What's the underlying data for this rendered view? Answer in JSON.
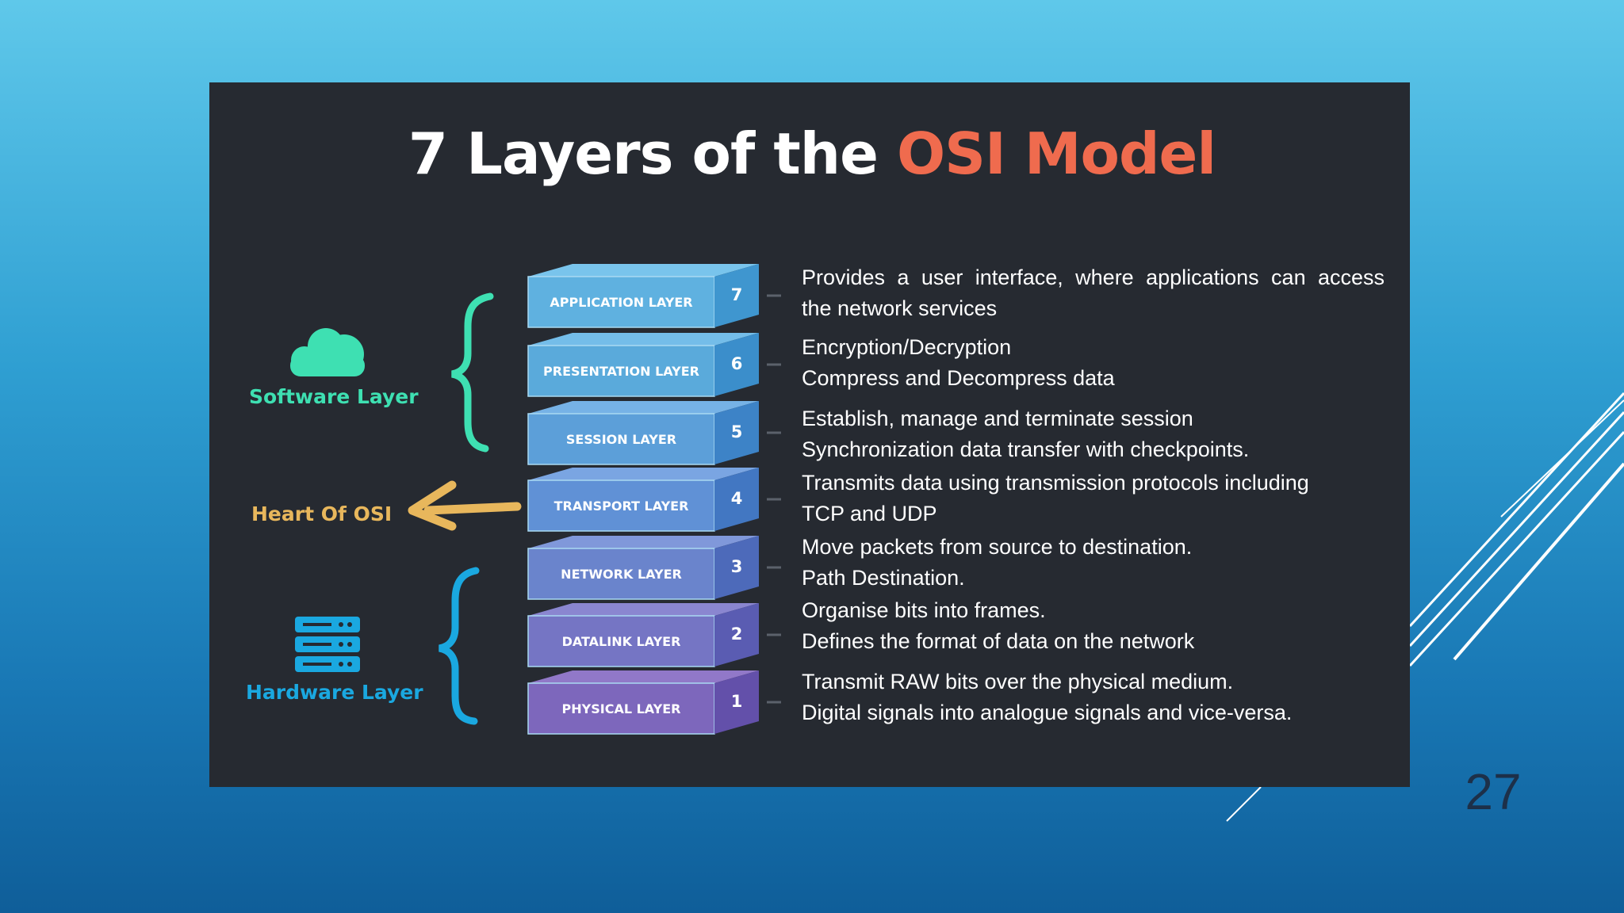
{
  "title": {
    "part1": "7 Layers of  the ",
    "accent": "OSI Model"
  },
  "colors": {
    "panel": "#262a31",
    "title_accent": "#ef6b4e",
    "software": "#3ee0b2",
    "hardware": "#1aa8e0",
    "heart": "#e8b75c",
    "page_number": "#1d3049"
  },
  "side_labels": {
    "software": {
      "label": "Software Layer",
      "icon": "cloud-icon"
    },
    "heart": {
      "label": "Heart Of OSI",
      "icon": "arrow-left-icon"
    },
    "hardware": {
      "label": "Hardware Layer",
      "icon": "server-icon"
    }
  },
  "layers": [
    {
      "number": "7",
      "name": "APPLICATION LAYER",
      "description": [
        "Provides a user interface, where applications can access",
        "the network services"
      ]
    },
    {
      "number": "6",
      "name": "PRESENTATION LAYER",
      "description": [
        "Encryption/Decryption",
        "Compress and Decompress data"
      ]
    },
    {
      "number": "5",
      "name": "SESSION LAYER",
      "description": [
        "Establish, manage and terminate session",
        "Synchronization data transfer with checkpoints."
      ]
    },
    {
      "number": "4",
      "name": "TRANSPORT LAYER",
      "description": [
        "Transmits data using transmission protocols including",
        "TCP and UDP"
      ]
    },
    {
      "number": "3",
      "name": "NETWORK LAYER",
      "description": [
        "Move packets from source to destination.",
        "Path Destination."
      ]
    },
    {
      "number": "2",
      "name": "DATALINK LAYER",
      "description": [
        "Organise bits into frames.",
        "Defines the format of data on the network"
      ]
    },
    {
      "number": "1",
      "name": "PHYSICAL LAYER",
      "description": [
        "Transmit RAW bits over the physical medium.",
        "Digital signals into analogue signals and vice-versa."
      ]
    }
  ],
  "page_number": "27"
}
